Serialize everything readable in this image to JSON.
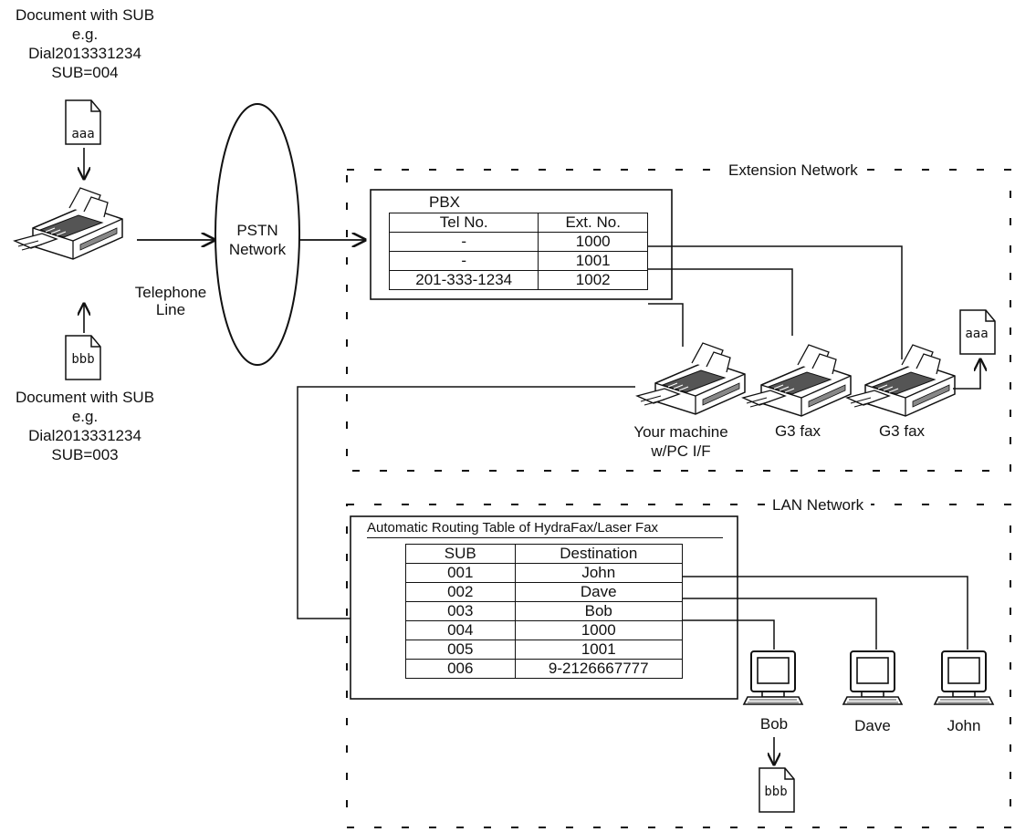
{
  "sender": {
    "top_doc_caption": [
      "Document with SUB",
      "e.g.",
      "Dial2013331234",
      "SUB=004"
    ],
    "top_doc_text": "aaa",
    "bottom_doc_caption": [
      "Document with SUB",
      "e.g.",
      "Dial2013331234",
      "SUB=003"
    ],
    "bottom_doc_text": "bbb",
    "line_label": [
      "Telephone",
      "Line"
    ]
  },
  "pstn": {
    "label": [
      "PSTN",
      "Network"
    ]
  },
  "extension_network": {
    "title": "Extension Network",
    "pbx": {
      "title": "PBX",
      "headers": [
        "Tel No.",
        "Ext. No."
      ],
      "rows": [
        [
          "-",
          "1000"
        ],
        [
          "-",
          "1001"
        ],
        [
          "201-333-1234",
          "1002"
        ]
      ]
    },
    "devices": {
      "your_machine": [
        "Your machine",
        "w/PC I/F"
      ],
      "g3_fax_1": "G3 fax",
      "g3_fax_2": "G3 fax"
    },
    "received_doc_text": "aaa"
  },
  "lan_network": {
    "title": "LAN Network",
    "routing_table": {
      "title": "Automatic Routing Table of HydraFax/Laser Fax",
      "headers": [
        "SUB",
        "Destination"
      ],
      "rows": [
        [
          "001",
          "John"
        ],
        [
          "002",
          "Dave"
        ],
        [
          "003",
          "Bob"
        ],
        [
          "004",
          "1000"
        ],
        [
          "005",
          "1001"
        ],
        [
          "006",
          "9-2126667777"
        ]
      ]
    },
    "computers": [
      "Bob",
      "Dave",
      "John"
    ],
    "received_doc_text": "bbb"
  }
}
